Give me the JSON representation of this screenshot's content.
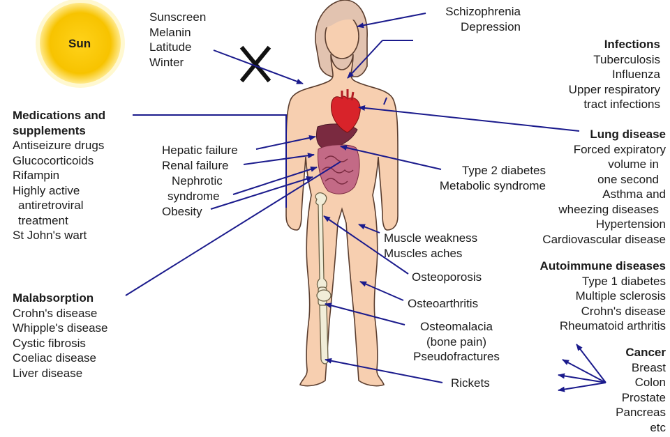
{
  "sun": {
    "label": "Sun"
  },
  "top_left_factors": [
    "Sunscreen",
    "Melanin",
    "Latitude",
    "Winter"
  ],
  "top_right": [
    "Schizophrenia",
    "Depression"
  ],
  "infections": {
    "title": "Infections",
    "items": [
      "Tuberculosis",
      "Influenza",
      "Upper respiratory",
      "tract infections"
    ]
  },
  "medications": {
    "title_lines": [
      "Medications and",
      "supplements"
    ],
    "items": [
      "Antiseizure drugs",
      "Glucocorticoids",
      "Rifampin",
      "Highly active",
      "antiretroviral",
      "treatment",
      "St John's wart"
    ]
  },
  "lung": {
    "title": "Lung disease",
    "items": [
      "Forced expiratory",
      "volume in",
      "one second",
      "Asthma and",
      "wheezing diseases",
      "Hypertension",
      "Cardiovascular disease"
    ]
  },
  "organ_labels": [
    "Hepatic failure",
    "Renal failure",
    "Nephrotic",
    "syndrome",
    "Obesity"
  ],
  "metabolic": [
    "Type 2 diabetes",
    "Metabolic syndrome"
  ],
  "muscle": [
    "Muscle weakness",
    "Muscles aches"
  ],
  "autoimmune": {
    "title": "Autoimmune diseases",
    "items": [
      "Type 1 diabetes",
      "Multiple sclerosis",
      "Crohn's disease",
      "Rheumatoid arthritis"
    ]
  },
  "malabsorption": {
    "title": "Malabsorption",
    "items": [
      "Crohn's disease",
      "Whipple's disease",
      "Cystic fibrosis",
      "Coeliac disease",
      "Liver disease"
    ]
  },
  "bone": {
    "osteoporosis": "Osteoporosis",
    "osteoarthritis": "Osteoarthritis",
    "osteomalacia": [
      "Osteomalacia",
      "(bone pain)",
      "Pseudofractures"
    ],
    "rickets": "Rickets"
  },
  "cancer": {
    "title": "Cancer",
    "items": [
      "Breast",
      "Colon",
      "Prostate",
      "Pancreas",
      "etc"
    ]
  },
  "colors": {
    "arrow": "#1a1a8c",
    "skin": "#f7cfb0",
    "skin_outline": "#5a3d2e",
    "hair": "#e2c3b0",
    "sun": "#f7c800",
    "heart": "#d8232a",
    "organ": "#b5476b",
    "bone": "#f1edd8"
  }
}
